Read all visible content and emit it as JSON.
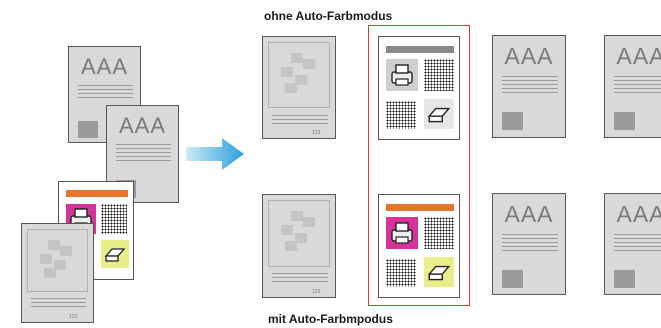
{
  "labels": {
    "top": "ohne Auto-Farbmodus",
    "bottom": "mit Auto-Farbmpodus"
  },
  "page_text": {
    "aaa": "AAA",
    "page_number": "123"
  },
  "colors": {
    "accent_orange": "#e8742a",
    "magenta": "#d6339a",
    "yellow_green": "#e8ef8a",
    "arrow_blue": "#2aa0dc",
    "highlight_red": "#d9343a",
    "page_gray": "#d9d9d9"
  },
  "icons": [
    "printer-icon",
    "fax-icon",
    "arrow-right-icon"
  ]
}
